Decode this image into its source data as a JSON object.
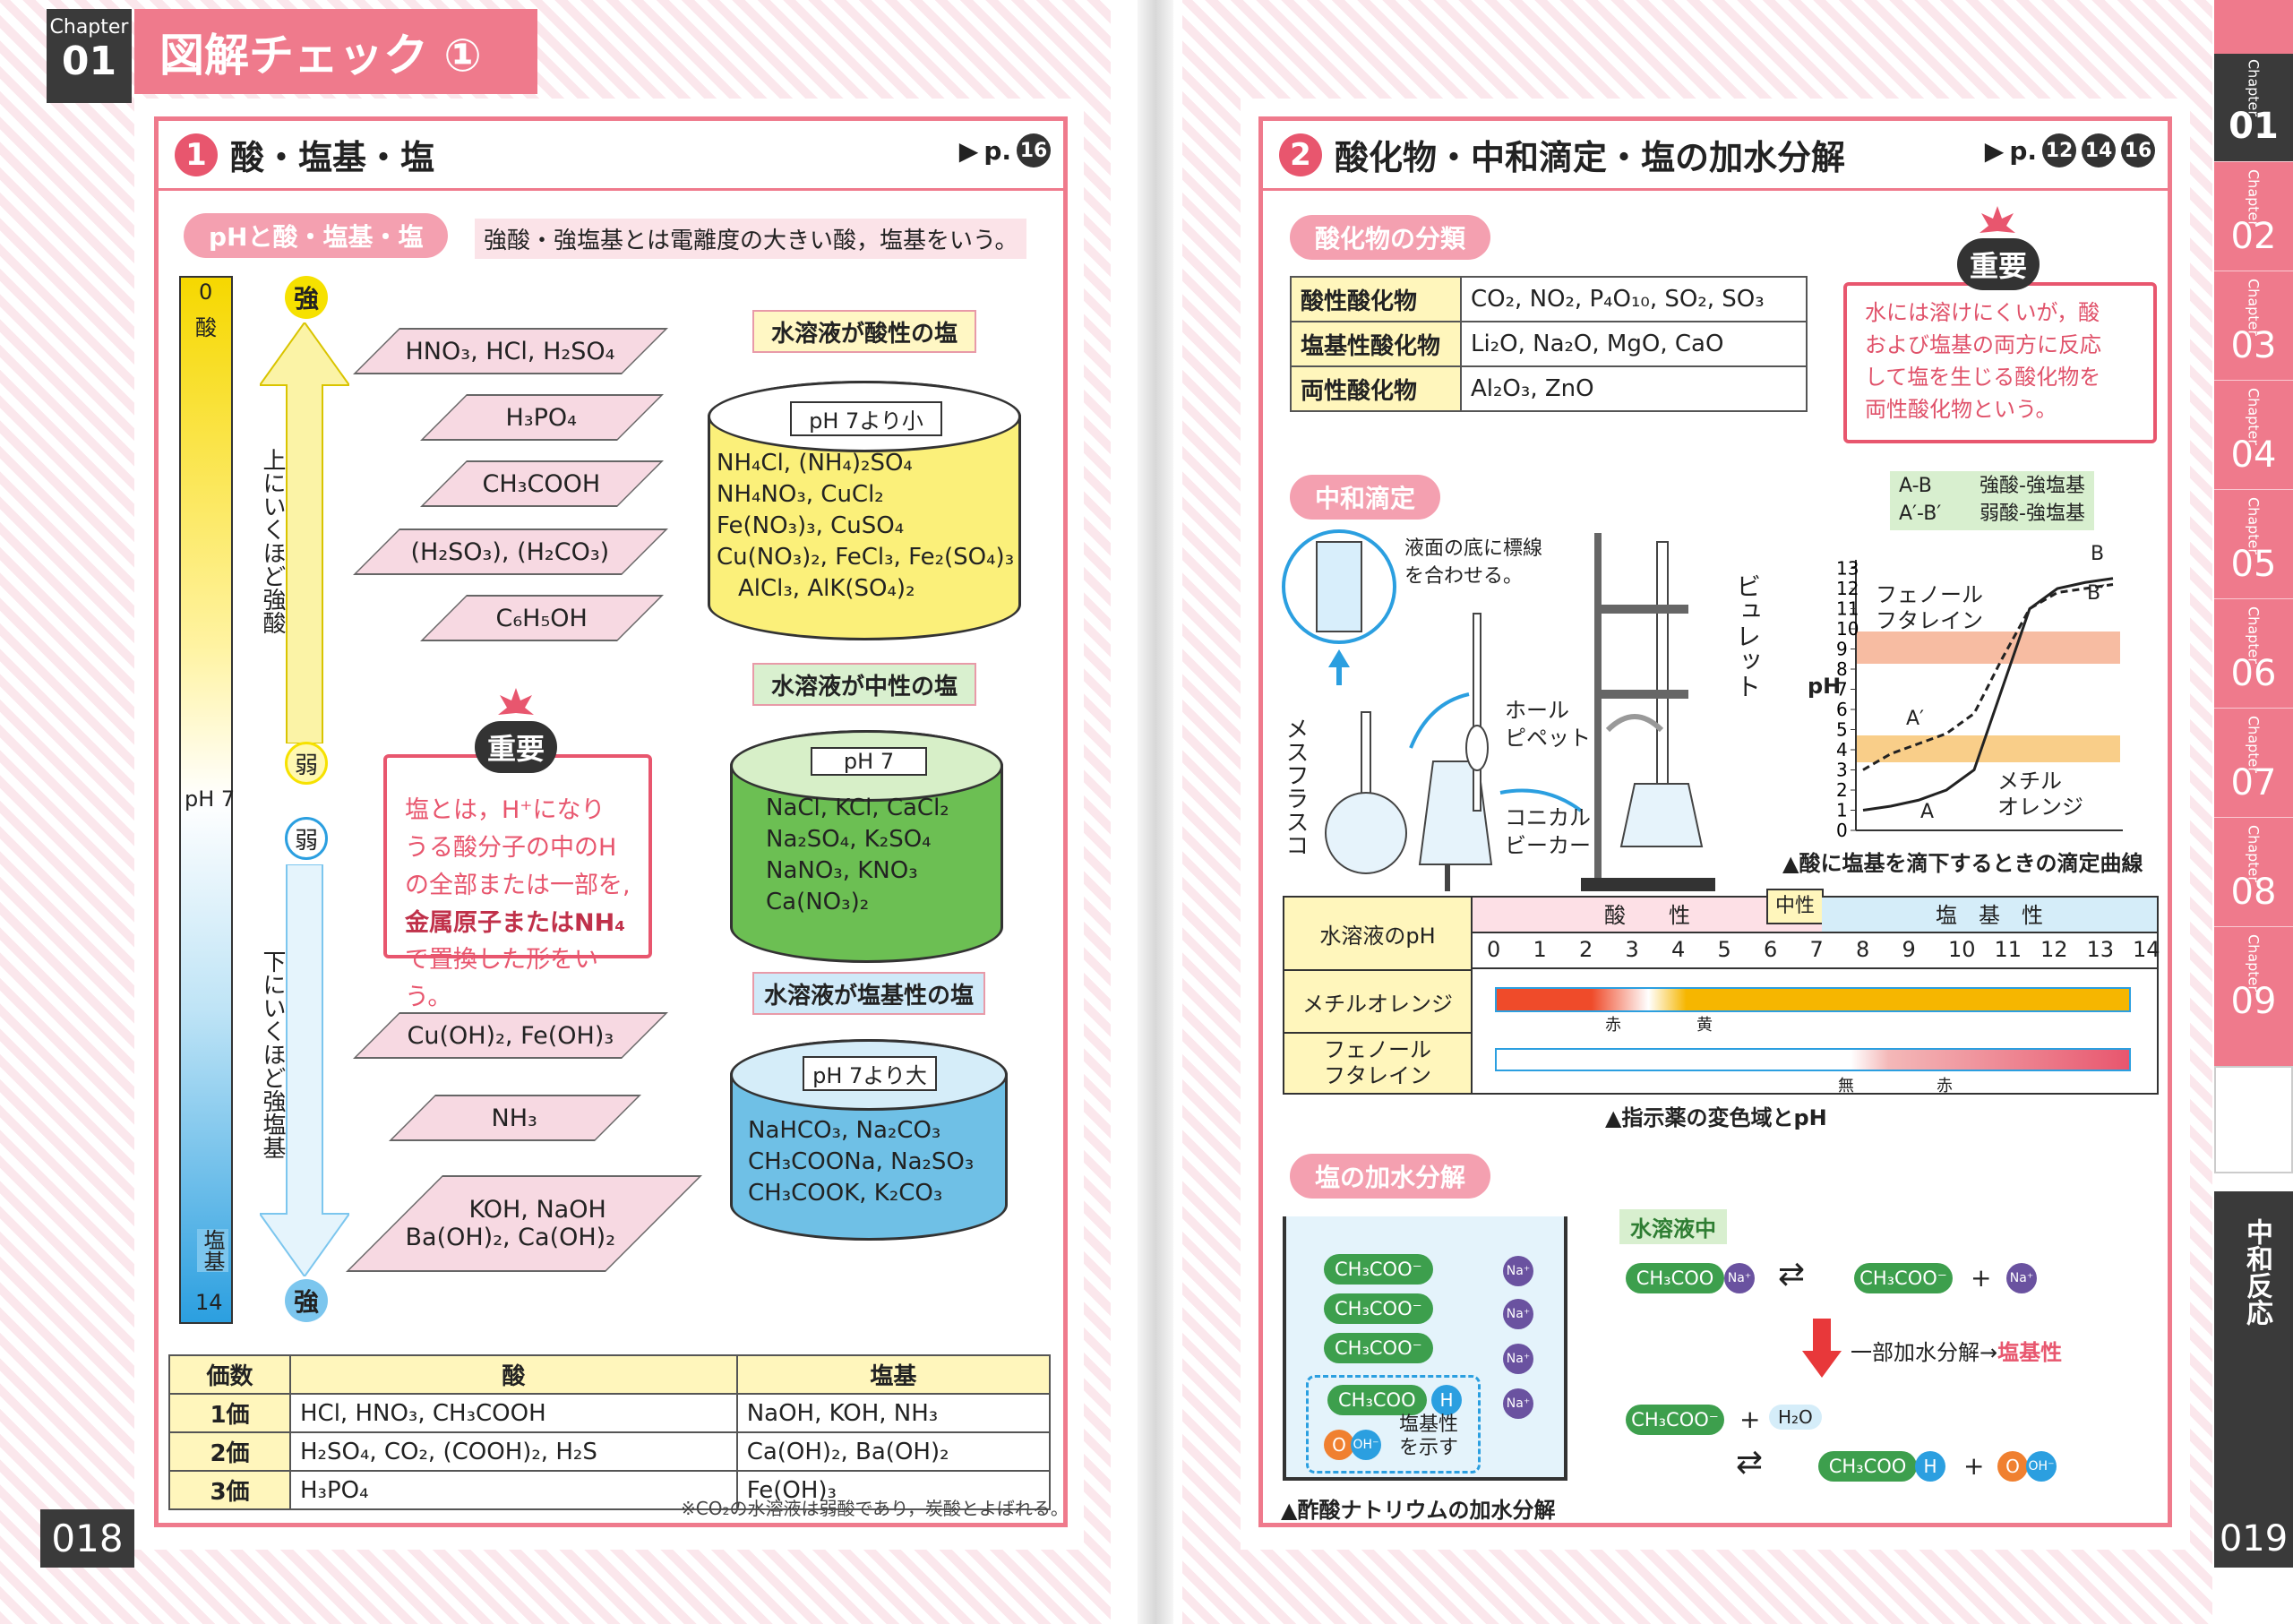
{
  "left": {
    "chapter": {
      "label": "Chapter",
      "num": "01"
    },
    "title": "図解チェック ①",
    "section": {
      "num": "1",
      "title": "酸・塩基・塩",
      "pref": "p.",
      "badge": "16"
    },
    "pill": "pHと酸・塩基・塩",
    "note": "強酸・強塩基とは電離度の大きい酸，塩基をいう。",
    "bar": {
      "top0": "0",
      "topLabel": "酸",
      "mid": "pH 7",
      "bottomLabel": "塩基",
      "bottom14": "14"
    },
    "strong": "強",
    "weak": "弱",
    "acidArrow": "上にいくほど強酸",
    "baseArrow": "下にいくほど強塩基",
    "acids": [
      "HNO₃, HCl, H₂SO₄",
      "H₃PO₄",
      "CH₃COOH",
      "(H₂SO₃), (H₂CO₃)",
      "C₆H₅OH"
    ],
    "bases": [
      "Cu(OH)₂, Fe(OH)₃",
      "NH₃",
      "KOH, NaOH",
      "Ba(OH)₂, Ca(OH)₂"
    ],
    "important": {
      "badge": "重要",
      "lines": [
        "塩とは，H⁺になり",
        "うる酸分子の中のH",
        "の全部または一部を,",
        "金属原子またはNH₄",
        "で置換した形をいう。"
      ]
    },
    "salts": [
      {
        "label": "水溶液が酸性の塩",
        "cap": "pH 7より小",
        "lines": [
          "NH₄Cl, (NH₄)₂SO₄",
          "NH₄NO₃, CuCl₂",
          "Fe(NO₃)₃, CuSO₄",
          "Cu(NO₃)₂, FeCl₃, Fe₂(SO₄)₃",
          "AlCl₃, AlK(SO₄)₂"
        ]
      },
      {
        "label": "水溶液が中性の塩",
        "cap": "pH 7",
        "lines": [
          "NaCl, KCl, CaCl₂",
          "Na₂SO₄, K₂SO₄",
          "NaNO₃, KNO₃",
          "Ca(NO₃)₂"
        ]
      },
      {
        "label": "水溶液が塩基性の塩",
        "cap": "pH 7より大",
        "lines": [
          "NaHCO₃, Na₂CO₃",
          "CH₃COONa, Na₂SO₃",
          "CH₃COOK, K₂CO₃"
        ]
      }
    ],
    "valence": {
      "headers": [
        "価数",
        "酸",
        "塩基"
      ],
      "rows": [
        [
          "1価",
          "HCl, HNO₃, CH₃COOH",
          "NaOH, KOH, NH₃"
        ],
        [
          "2価",
          "H₂SO₄, CO₂, (COOH)₂, H₂S",
          "Ca(OH)₂, Ba(OH)₂"
        ],
        [
          "3価",
          "H₃PO₄",
          "Fe(OH)₃"
        ]
      ]
    },
    "footnote": "※CO₂の水溶液は弱酸であり，炭酸とよばれる。",
    "page": "018"
  },
  "right": {
    "section": {
      "num": "2",
      "title": "酸化物・中和滴定・塩の加水分解",
      "pref": "p.",
      "badges": [
        "12",
        "14",
        "16"
      ]
    },
    "oxidePill": "酸化物の分類",
    "oxides": [
      [
        "酸性酸化物",
        "CO₂, NO₂, P₄O₁₀, SO₂, SO₃"
      ],
      [
        "塩基性酸化物",
        "Li₂O, Na₂O, MgO, CaO"
      ],
      [
        "両性酸化物",
        "Al₂O₃, ZnO"
      ]
    ],
    "important": {
      "badge": "重要",
      "lines": [
        "水には溶けにくいが，酸",
        "および塩基の両方に反応",
        "して塩を生じる酸化物を",
        "両性酸化物という。"
      ]
    },
    "titrPill": "中和滴定",
    "apparatus": {
      "meniscus": "液面の底に標線",
      "meniscus2": "を合わせる。",
      "pipette": "ホール",
      "pipette2": "ピペット",
      "burette": "ビュレット",
      "flask": "メスフラスコ",
      "beaker": "コニカル",
      "beaker2": "ビーカー"
    },
    "legend": [
      [
        "A-B",
        "強酸-強塩基"
      ],
      [
        "A′-B′",
        "弱酸-強塩基"
      ]
    ],
    "curve": {
      "ylabel": "pH",
      "yticks": [
        "0",
        "1",
        "2",
        "3",
        "4",
        "5",
        "6",
        "7",
        "8",
        "9",
        "10",
        "11",
        "12",
        "13"
      ],
      "ph": "フェノール",
      "ph2": "フタレイン",
      "mo": "メチル",
      "mo2": "オレンジ",
      "A": "A",
      "A2": "A′",
      "B": "B",
      "B2": "B′",
      "caption": "▲酸に塩基を滴下するときの滴定曲線"
    },
    "chart_data": {
      "type": "line",
      "xlabel": "",
      "ylabel": "pH",
      "ylim": [
        0,
        13
      ],
      "series": [
        {
          "name": "A-B",
          "values": [
            1,
            1.2,
            1.5,
            2,
            3,
            7,
            11,
            12,
            12.3,
            12.5
          ]
        },
        {
          "name": "A′-B′",
          "values": [
            3,
            3.8,
            4.3,
            4.8,
            5.8,
            8.5,
            11,
            11.8,
            12,
            12.2
          ]
        }
      ]
    },
    "indicator": {
      "rowHeader": "水溶液のpH",
      "acid": "酸　　性",
      "neutral": "中性",
      "base": "塩　基　性",
      "ticks": [
        "0",
        "1",
        "2",
        "3",
        "4",
        "5",
        "6",
        "7",
        "8",
        "9",
        "10",
        "11",
        "12",
        "13",
        "14"
      ],
      "mo": "メチルオレンジ",
      "pp": "フェノール",
      "pp2": "フタレイン",
      "red": "赤",
      "yellow": "黄",
      "none": "無",
      "red2": "赤",
      "caption": "▲指示薬の変色域とpH"
    },
    "hydroPill": "塩の加水分解",
    "hydro": {
      "inSolution": "水溶液中",
      "ion": "CH₃COO⁻",
      "na": "Na⁺",
      "mol": "CH₃COO",
      "h": "H",
      "oh": "OH⁻",
      "o": "O",
      "partial": "一部加水分解→",
      "basic": "塩基性",
      "shows": "塩基性",
      "shows2": "を示す",
      "plus": "+",
      "water": "H₂O",
      "caption": "▲酢酸ナトリウムの加水分解"
    },
    "tabs": [
      "01",
      "02",
      "03",
      "04",
      "05",
      "06",
      "07",
      "08",
      "09"
    ],
    "tabLabel": "Chapter",
    "sideText": "中和反応",
    "page": "019"
  }
}
